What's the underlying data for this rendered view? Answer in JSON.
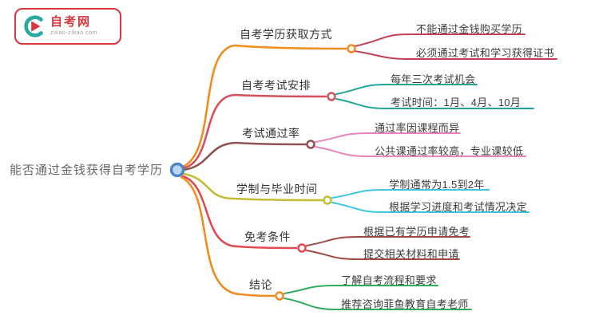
{
  "logo": {
    "title": "自考网",
    "subtitle": "zikao-zikao.com",
    "accent_color": "#d9363e",
    "icon_teal": "#2aa9a0"
  },
  "root": {
    "label": "能否通过金钱获得自考学历",
    "color": "#4a86c8",
    "fill": "#bdd7f0"
  },
  "branches": [
    {
      "label": "自考学历获取方式",
      "color": "#f08c1e",
      "leaf_color": "#c04157",
      "leaves": [
        "不能通过金钱购买学历",
        "必须通过考试和学习获得证书"
      ]
    },
    {
      "label": "自考考试安排",
      "color": "#d4505a",
      "leaf_color": "#22a596",
      "leaves": [
        "每年三次考试机会",
        "考试时间：1月、4月、10月"
      ]
    },
    {
      "label": "考试通过率",
      "color": "#8d5353",
      "leaf_color": "#e983bd",
      "leaves": [
        "通过率因课程而异",
        "公共课通过率较高，专业课较低"
      ]
    },
    {
      "label": "学制与毕业时间",
      "color": "#c3bd33",
      "leaf_color": "#3ec6dd",
      "leaves": [
        "学制通常为1.5到2年",
        "根据学习进度和考试情况决定"
      ]
    },
    {
      "label": "免考条件",
      "color": "#e14b50",
      "leaf_color": "#a04a48",
      "leaves": [
        "根据已有学历申请免考",
        "提交相关材料和申请"
      ]
    },
    {
      "label": "结论",
      "color": "#ef8b20",
      "leaf_color": "#33ab5c",
      "leaves": [
        "了解自考流程和要求",
        "推荐咨询菲鱼教育自考老师"
      ]
    }
  ]
}
